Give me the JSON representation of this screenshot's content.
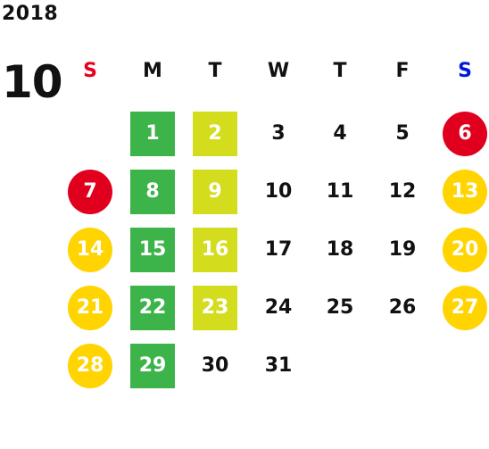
{
  "year": "2018",
  "month": "10",
  "weekdays": [
    {
      "label": "S",
      "color": "#e8001c"
    },
    {
      "label": "M",
      "color": "#111111"
    },
    {
      "label": "T",
      "color": "#111111"
    },
    {
      "label": "W",
      "color": "#111111"
    },
    {
      "label": "T",
      "color": "#111111"
    },
    {
      "label": "F",
      "color": "#111111"
    },
    {
      "label": "S",
      "color": "#0018d8"
    }
  ],
  "colors": {
    "sunday_holiday_red": "#e0001e",
    "weekend_yellow": "#ffd400",
    "monday_green": "#3cb44a",
    "tuesday_lime": "#d4dc1e"
  },
  "days": [
    {
      "day": "1",
      "col": 1,
      "row": 0,
      "style": "green"
    },
    {
      "day": "2",
      "col": 2,
      "row": 0,
      "style": "lime"
    },
    {
      "day": "3",
      "col": 3,
      "row": 0,
      "style": "none"
    },
    {
      "day": "4",
      "col": 4,
      "row": 0,
      "style": "none"
    },
    {
      "day": "5",
      "col": 5,
      "row": 0,
      "style": "none"
    },
    {
      "day": "6",
      "col": 6,
      "row": 0,
      "style": "red"
    },
    {
      "day": "7",
      "col": 0,
      "row": 1,
      "style": "red"
    },
    {
      "day": "8",
      "col": 1,
      "row": 1,
      "style": "green"
    },
    {
      "day": "9",
      "col": 2,
      "row": 1,
      "style": "lime"
    },
    {
      "day": "10",
      "col": 3,
      "row": 1,
      "style": "none"
    },
    {
      "day": "11",
      "col": 4,
      "row": 1,
      "style": "none"
    },
    {
      "day": "12",
      "col": 5,
      "row": 1,
      "style": "none"
    },
    {
      "day": "13",
      "col": 6,
      "row": 1,
      "style": "yellow"
    },
    {
      "day": "14",
      "col": 0,
      "row": 2,
      "style": "yellow"
    },
    {
      "day": "15",
      "col": 1,
      "row": 2,
      "style": "green"
    },
    {
      "day": "16",
      "col": 2,
      "row": 2,
      "style": "lime"
    },
    {
      "day": "17",
      "col": 3,
      "row": 2,
      "style": "none"
    },
    {
      "day": "18",
      "col": 4,
      "row": 2,
      "style": "none"
    },
    {
      "day": "19",
      "col": 5,
      "row": 2,
      "style": "none"
    },
    {
      "day": "20",
      "col": 6,
      "row": 2,
      "style": "yellow"
    },
    {
      "day": "21",
      "col": 0,
      "row": 3,
      "style": "yellow"
    },
    {
      "day": "22",
      "col": 1,
      "row": 3,
      "style": "green"
    },
    {
      "day": "23",
      "col": 2,
      "row": 3,
      "style": "lime"
    },
    {
      "day": "24",
      "col": 3,
      "row": 3,
      "style": "none"
    },
    {
      "day": "25",
      "col": 4,
      "row": 3,
      "style": "none"
    },
    {
      "day": "26",
      "col": 5,
      "row": 3,
      "style": "none"
    },
    {
      "day": "27",
      "col": 6,
      "row": 3,
      "style": "yellow"
    },
    {
      "day": "28",
      "col": 0,
      "row": 4,
      "style": "yellow"
    },
    {
      "day": "29",
      "col": 1,
      "row": 4,
      "style": "green"
    },
    {
      "day": "30",
      "col": 2,
      "row": 4,
      "style": "none"
    },
    {
      "day": "31",
      "col": 3,
      "row": 4,
      "style": "none"
    }
  ]
}
